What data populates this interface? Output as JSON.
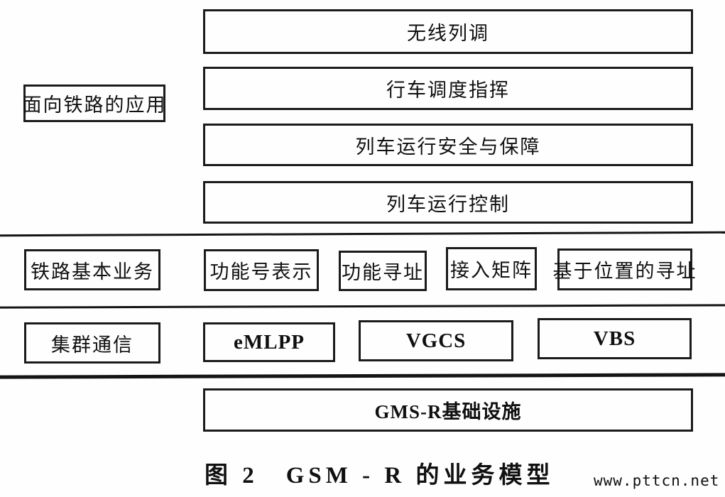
{
  "diagram": {
    "row1": {
      "label": "面向铁路的应用",
      "boxes": [
        "无线列调",
        "行车调度指挥",
        "列车运行安全与保障",
        "列车运行控制"
      ]
    },
    "row2": {
      "label": "铁路基本业务",
      "boxes": [
        "功能号表示",
        "功能寻址",
        "接入矩阵",
        "基于位置的寻址"
      ]
    },
    "row3": {
      "label": "集群通信",
      "boxes": [
        "eMLPP",
        "VGCS",
        "VBS"
      ]
    },
    "infrastructure": "GMS-R基础设施",
    "caption": "图 2　GSM - R 的业务模型",
    "watermark": "www.pttcn.net",
    "colors": {
      "background": "#fefefe",
      "line": "#1b1b1b",
      "text": "#101010"
    }
  }
}
